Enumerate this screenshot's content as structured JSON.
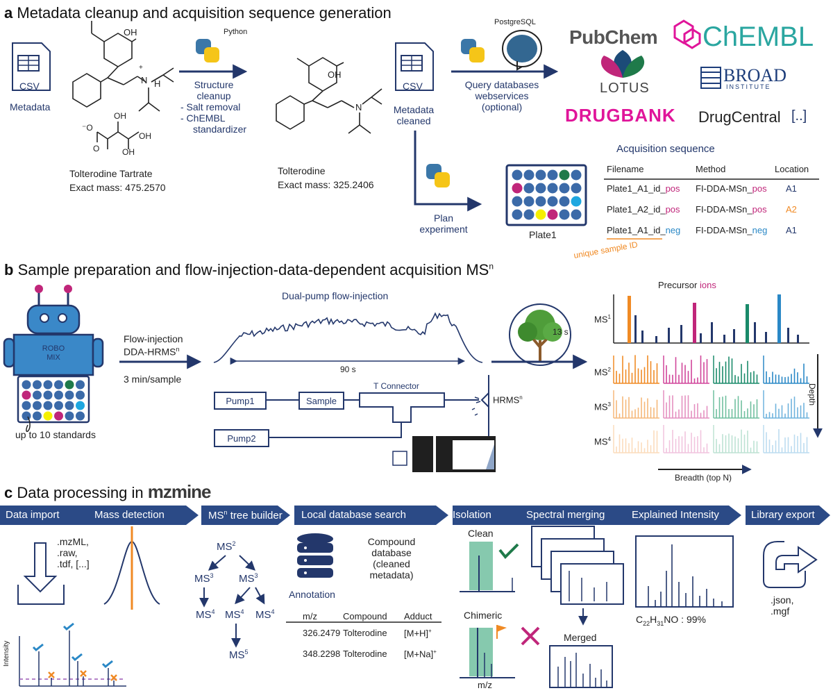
{
  "colors": {
    "navy": "#23376b",
    "blue_well": "#3b6aa8",
    "magenta": "#c0267a",
    "yellow": "#f5f000",
    "green": "#1f7a4a",
    "cyan": "#1ea7e0",
    "orange": "#f08a24",
    "teal": "#1a8a6a",
    "steel": "#2a88c6",
    "pink": "#d0459a",
    "mint": "#86c9ae"
  },
  "a": {
    "letter": "a",
    "title": "Metadata cleanup and acquisition sequence generation",
    "csv1": "CSV",
    "metadata": "Metadata",
    "oh": "OH",
    "n_plus": "N",
    "h": "H",
    "plus": "+",
    "tartrate_o": "O",
    "tartrate_oh1": "OH",
    "tartrate_oh2": "OH",
    "tartrate_oh3": "OH",
    "tartrate_o2": "O",
    "tartrate_ominus": "⁻O",
    "compound1_name": "Tolterodine Tartrate",
    "compound1_mass": "Exact mass: 475.2570",
    "python1": "Python",
    "cleanup_lines": [
      "Structure",
      "cleanup",
      "- Salt removal",
      "- ChEMBL",
      "standardizer"
    ],
    "oh2": "OH",
    "n2": "N",
    "compound2_name": "Tolterodine",
    "compound2_mass": "Exact mass: 325.2406",
    "csv2": "CSV",
    "cleaned_lines": [
      "Metadata",
      "cleaned"
    ],
    "postgres": "PostgreSQL",
    "query_lines": [
      "Query databases",
      "webservices",
      "(optional)"
    ],
    "logos": {
      "pubchem": "PubChem",
      "chembl": "ChEMBL",
      "lotus": "LOTUS",
      "broad": "BROAD",
      "broad_sub": "INSTITUTE",
      "drugbank": "DRUGBANK",
      "drugcentral": "DrugCentral",
      "more": "[..]"
    },
    "plan_lines": [
      "Plan",
      "experiment"
    ],
    "plate": "Plate1",
    "seq_title": "Acquisition sequence",
    "seq_headers": [
      "Filename",
      "Method",
      "Location"
    ],
    "seq_rows": [
      {
        "fn": "Plate1_A1_id_",
        "fn_sfx": "pos",
        "m": "FI-DDA-MSn_",
        "m_sfx": "pos",
        "loc": "A1"
      },
      {
        "fn": "Plate1_A2_id_",
        "fn_sfx": "pos",
        "m": "FI-DDA-MSn_",
        "m_sfx": "pos",
        "loc": "A2"
      },
      {
        "fn": "Plate1_A1_id_",
        "fn_sfx": "neg",
        "m": "FI-DDA-MSn_",
        "m_sfx": "neg",
        "loc": "A1"
      }
    ],
    "unique_id": "unique sample ID"
  },
  "b": {
    "letter": "b",
    "title": "Sample preparation and flow-injection-data-dependent acquisition MS",
    "title_sup": "n",
    "robo": [
      "ROBO",
      "MIX"
    ],
    "standards": "up to 10 standards",
    "fi_lines": [
      "Flow-injection",
      "DDA-HRMS"
    ],
    "fi_sup": "n",
    "per_sample": "3 min/sample",
    "dual_pump": "Dual-pump flow-injection",
    "seconds": "90 s",
    "pump1": "Pump1",
    "sample": "Sample",
    "tconn": "T Connector",
    "pump2": "Pump2",
    "hrms": "HRMS",
    "hrms_sup": "n",
    "tree_time": "13 s",
    "precursor": "Precursor ",
    "precursor_ions": "ions",
    "ms_labels": [
      {
        "t": "MS",
        "s": "1"
      },
      {
        "t": "MS",
        "s": "2"
      },
      {
        "t": "MS",
        "s": "3"
      },
      {
        "t": "MS",
        "s": "4"
      }
    ],
    "depth": "Depth",
    "breadth": "Breadth (top N)"
  },
  "c": {
    "letter": "c",
    "title": "Data processing in ",
    "mz": "mzmine",
    "steps": [
      "Data import",
      "Mass detection",
      "MS",
      "tree builder",
      "Local database search",
      "Isolation",
      "Spectral merging",
      "Explained Intensity",
      "Library export"
    ],
    "step_ms_sup": "n",
    "formats": [
      ".mzML,",
      ".raw,",
      ".tdf, [...]"
    ],
    "intensity": "Intensity",
    "tree": [
      {
        "t": "MS",
        "s": "2"
      },
      {
        "t": "MS",
        "s": "3"
      },
      {
        "t": "MS",
        "s": "3"
      },
      {
        "t": "MS",
        "s": "4"
      },
      {
        "t": "MS",
        "s": "4"
      },
      {
        "t": "MS",
        "s": "4"
      },
      {
        "t": "MS",
        "s": "5"
      }
    ],
    "db_lines": [
      "Compound",
      "database",
      "(cleaned",
      "metadata)"
    ],
    "annotation": "Annotation",
    "ann_headers": [
      "m/z",
      "Compound",
      "Adduct"
    ],
    "ann_rows": [
      {
        "mz": "326.2479",
        "c": "Tolterodine",
        "a": "[M+H]",
        "s": "+"
      },
      {
        "mz": "348.2298",
        "c": "Tolterodine",
        "a": "[M+Na]",
        "s": "+"
      }
    ],
    "clean": "Clean",
    "chimeric": "Chimeric",
    "mz_axis": "m/z",
    "merged": "Merged",
    "formula": "C",
    "f1": "22",
    "f2": "H",
    "f3": "31",
    "f4": "NO : 99%",
    "export": [
      ".json,",
      ".mgf"
    ]
  }
}
